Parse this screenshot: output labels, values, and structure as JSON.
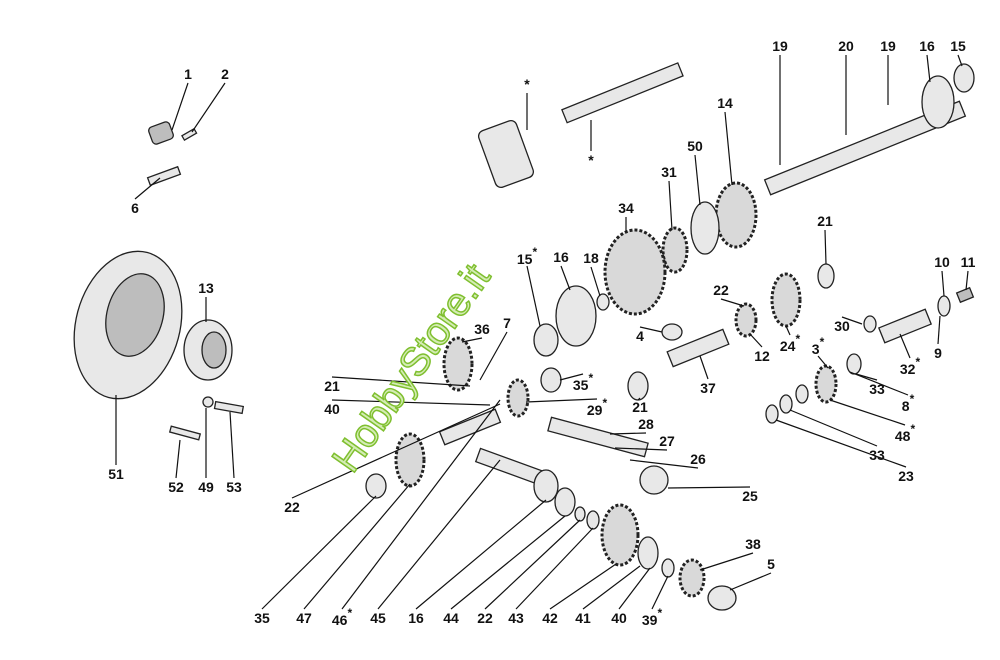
{
  "watermark": "HobbyStore.it",
  "labels": [
    {
      "text": "1"
    },
    {
      "text": "2"
    },
    {
      "text": "6"
    },
    {
      "text": "13"
    },
    {
      "text": "51"
    },
    {
      "text": "52"
    },
    {
      "text": "49"
    },
    {
      "text": "53"
    },
    {
      "text": "*"
    },
    {
      "text": "*"
    },
    {
      "text": "19"
    },
    {
      "text": "20"
    },
    {
      "text": "19"
    },
    {
      "text": "16"
    },
    {
      "text": "15"
    },
    {
      "text": "14"
    },
    {
      "text": "50"
    },
    {
      "text": "31"
    },
    {
      "text": "34"
    },
    {
      "text": "15",
      "star": true
    },
    {
      "text": "16"
    },
    {
      "text": "18"
    },
    {
      "text": "21"
    },
    {
      "text": "22"
    },
    {
      "text": "24",
      "star": true
    },
    {
      "text": "12"
    },
    {
      "text": "4"
    },
    {
      "text": "37"
    },
    {
      "text": "10"
    },
    {
      "text": "11"
    },
    {
      "text": "30"
    },
    {
      "text": "32",
      "star": true
    },
    {
      "text": "9"
    },
    {
      "text": "3",
      "star": true
    },
    {
      "text": "33"
    },
    {
      "text": "8",
      "star": true
    },
    {
      "text": "48",
      "star": true
    },
    {
      "text": "33"
    },
    {
      "text": "23"
    },
    {
      "text": "36"
    },
    {
      "text": "7"
    },
    {
      "text": "21"
    },
    {
      "text": "40"
    },
    {
      "text": "35",
      "star": true
    },
    {
      "text": "29",
      "star": true
    },
    {
      "text": "21"
    },
    {
      "text": "28"
    },
    {
      "text": "27"
    },
    {
      "text": "26"
    },
    {
      "text": "25"
    },
    {
      "text": "22"
    },
    {
      "text": "35"
    },
    {
      "text": "47"
    },
    {
      "text": "46",
      "star": true
    },
    {
      "text": "45"
    },
    {
      "text": "16"
    },
    {
      "text": "44"
    },
    {
      "text": "22"
    },
    {
      "text": "43"
    },
    {
      "text": "42"
    },
    {
      "text": "41"
    },
    {
      "text": "40"
    },
    {
      "text": "39",
      "star": true
    },
    {
      "text": "38"
    },
    {
      "text": "5"
    }
  ]
}
